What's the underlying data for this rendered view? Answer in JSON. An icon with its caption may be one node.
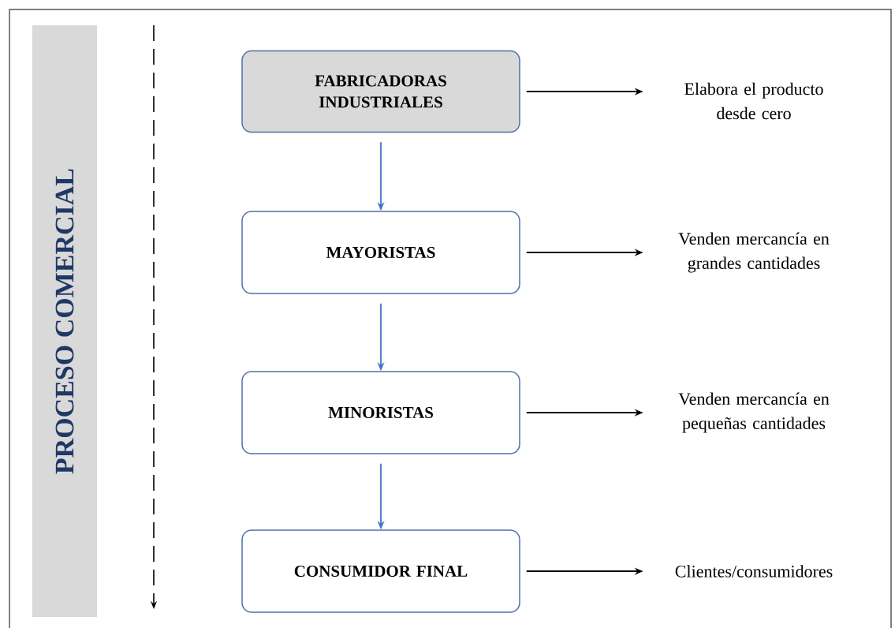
{
  "diagram": {
    "nodes": [
      {
        "text": [
          "PROCESO COMERCIAL"
        ]
      },
      {
        "text": [
          "FABRICADORAS INDUSTRIALES"
        ]
      },
      {
        "text": [
          "MAYORISTAS"
        ]
      },
      {
        "text": [
          "MINORISTAS"
        ]
      },
      {
        "text": [
          "CONSUMIDOR FINAL"
        ]
      },
      {
        "text": [
          "Elabora el producto desde cero"
        ]
      },
      {
        "text": [
          "Venden mercancía en grandes cantidades"
        ]
      },
      {
        "text": [
          "Venden mercancía en pequeñas cantidades"
        ]
      },
      {
        "text": [
          "Clientes/consumidores"
        ]
      }
    ],
    "edges": [
      {
        "from": 1,
        "to": 2,
        "arrow": "to",
        "color": "#4472c4"
      },
      {
        "from": 2,
        "to": 3,
        "arrow": "to",
        "color": "#4472c4"
      },
      {
        "from": 3,
        "to": 4,
        "arrow": "to",
        "color": "#4472c4"
      },
      {
        "from": 1,
        "to": 5,
        "arrow": "to"
      },
      {
        "from": 2,
        "to": 6,
        "arrow": "to"
      },
      {
        "from": 3,
        "to": 7,
        "arrow": "to"
      },
      {
        "from": 4,
        "to": 8,
        "arrow": "to"
      }
    ]
  }
}
